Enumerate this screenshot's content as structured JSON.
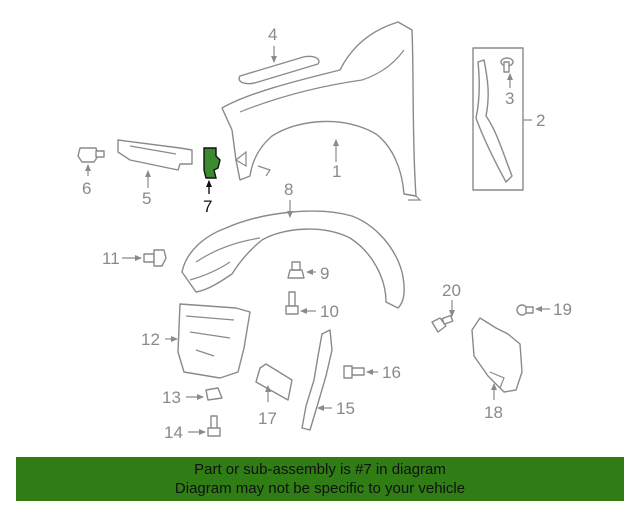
{
  "diagram": {
    "callouts": {
      "c1": "1",
      "c2": "2",
      "c3": "3",
      "c4": "4",
      "c5": "5",
      "c6": "6",
      "c7": "7",
      "c8": "8",
      "c9": "9",
      "c10": "10",
      "c11": "11",
      "c12": "12",
      "c13": "13",
      "c14": "14",
      "c15": "15",
      "c16": "16",
      "c17": "17",
      "c18": "18",
      "c19": "19",
      "c20": "20"
    },
    "highlighted_part": "7",
    "highlight_color": "#3a8a2e"
  },
  "banner": {
    "line1": "Part or sub-assembly is #7 in diagram",
    "line2": "Diagram may not be specific to your vehicle",
    "background": "#2f7d14"
  }
}
